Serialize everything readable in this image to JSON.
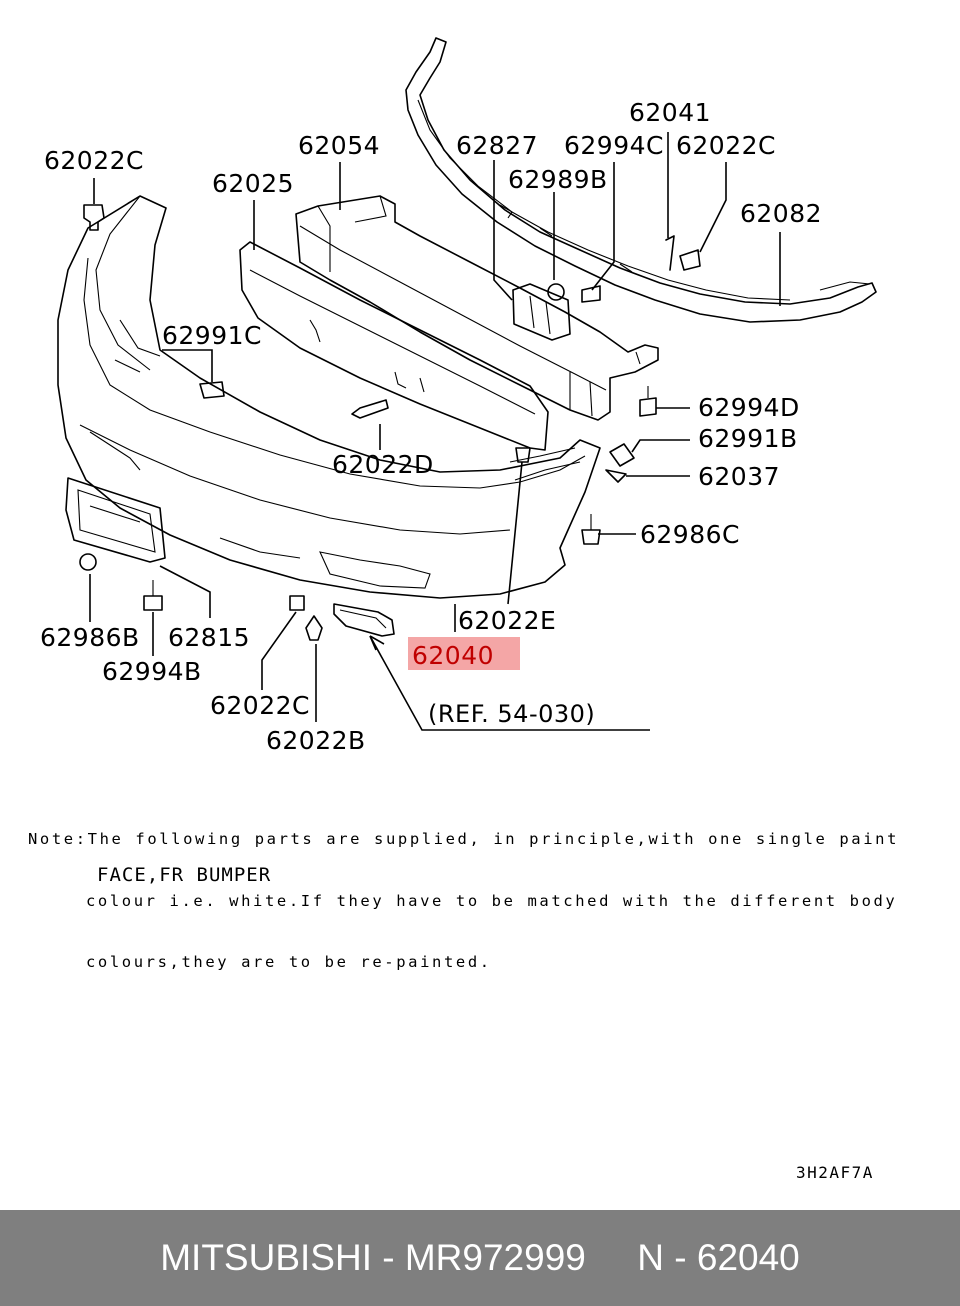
{
  "diagram": {
    "labels": {
      "l_62022C_a": "62022C",
      "l_62054": "62054",
      "l_62025": "62025",
      "l_62827": "62827",
      "l_62041": "62041",
      "l_62994C": "62994C",
      "l_62022C_b": "62022C",
      "l_62989B": "62989B",
      "l_62082": "62082",
      "l_62991C": "62991C",
      "l_62994D": "62994D",
      "l_62991B": "62991B",
      "l_62037": "62037",
      "l_62022D": "62022D",
      "l_62986C": "62986C",
      "l_62022E": "62022E",
      "l_62040": "62040",
      "l_62986B": "62986B",
      "l_62815": "62815",
      "l_62994B": "62994B",
      "l_62022C_c": "62022C",
      "l_62022B": "62022B",
      "ref": "(REF. 54-030)"
    },
    "highlight_color": "#f4a6a6",
    "highlight_text_color": "#c00000"
  },
  "note": {
    "line1": "Note:The following parts are supplied, in principle,with one single paint",
    "line2": "colour i.e. white.If they have to be matched with the different body",
    "line3": "colours,they are to be re-painted."
  },
  "caption": "FACE,FR BUMPER",
  "diagram_code": "3H2AF7A",
  "footer": {
    "text": "MITSUBISHI - MR972999     N - 62040",
    "background": "#7f7f7f"
  }
}
